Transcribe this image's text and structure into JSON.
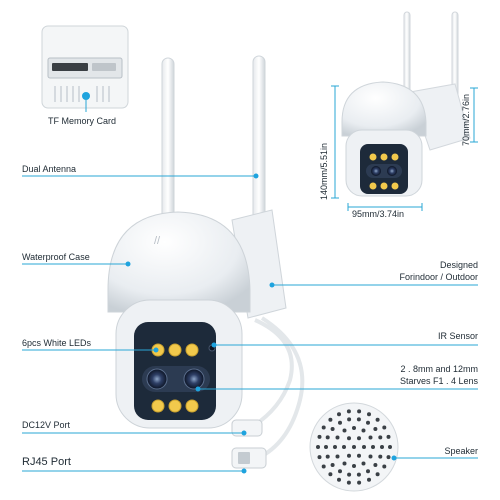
{
  "labels": {
    "tf_memory_card": "TF Memory Card",
    "dual_antenna": "Dual Antenna",
    "waterproof_case": "Waterproof Case",
    "white_leds": "6pcs White LEDs",
    "dc12v_port": "DC12V Port",
    "rj45_port": "RJ45 Port",
    "designed_line1": "Designed",
    "designed_line2": "Forindoor / Outdoor",
    "ir_sensor": "IR Sensor",
    "lens_line1": "2 . 8mm and 12mm",
    "lens_line2": "Starves F1 . 4 Lens",
    "speaker": "Speaker"
  },
  "dimensions": {
    "height": "140mm/5.51in",
    "width": "95mm/3.74in",
    "depth": "70mm/2.76in"
  },
  "colors": {
    "callout_line": "#2aa7d6",
    "callout_dot": "#1ea3de",
    "led_color": "#f2c94c",
    "camera_body": "#f2f4f6",
    "lens_panel": "#1d2a3a"
  }
}
